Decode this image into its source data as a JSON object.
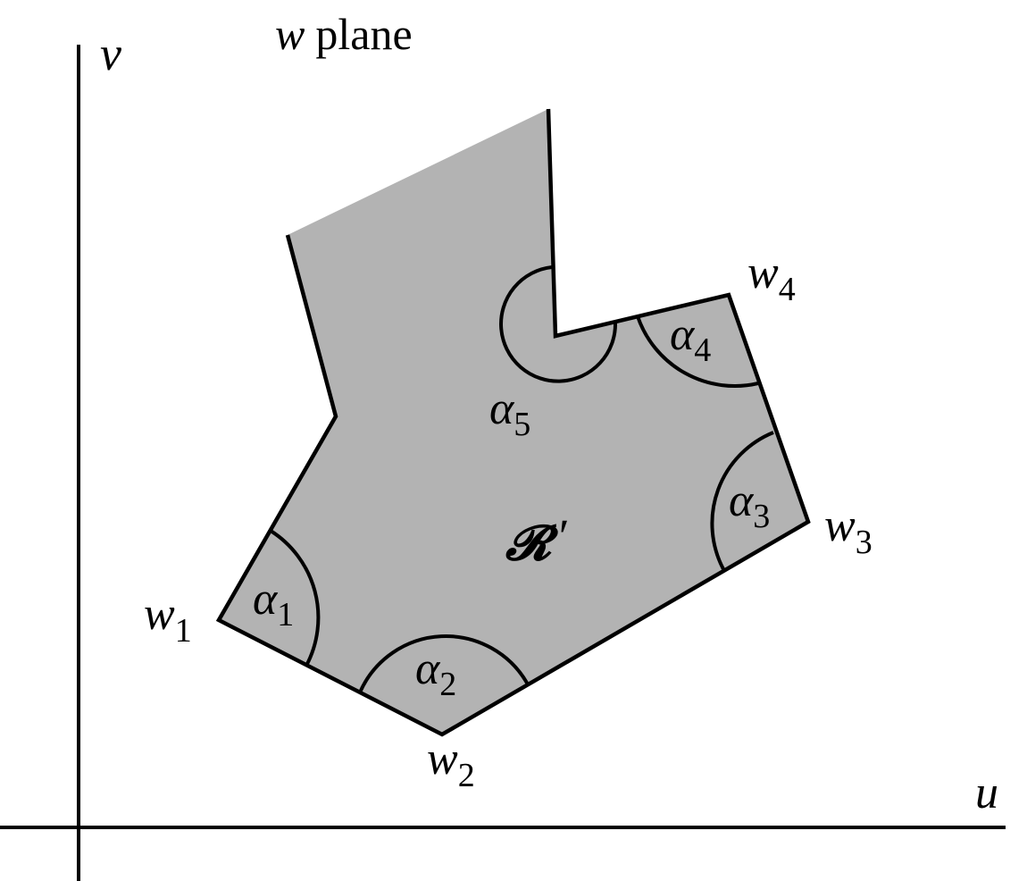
{
  "title": {
    "var": "w",
    "text": "plane"
  },
  "axes": {
    "horizontal": "u",
    "vertical": "v"
  },
  "region_label": {
    "main": "𝓡",
    "prime": "′"
  },
  "vertices": [
    {
      "base": "w",
      "sub": "1"
    },
    {
      "base": "w",
      "sub": "2"
    },
    {
      "base": "w",
      "sub": "3"
    },
    {
      "base": "w",
      "sub": "4"
    }
  ],
  "angles": [
    {
      "base": "α",
      "sub": "1"
    },
    {
      "base": "α",
      "sub": "2"
    },
    {
      "base": "α",
      "sub": "3"
    },
    {
      "base": "α",
      "sub": "4"
    },
    {
      "base": "α",
      "sub": "5"
    }
  ],
  "colors": {
    "region_fill": "#b3b3b3",
    "stroke": "#000000",
    "background": "#ffffff"
  }
}
